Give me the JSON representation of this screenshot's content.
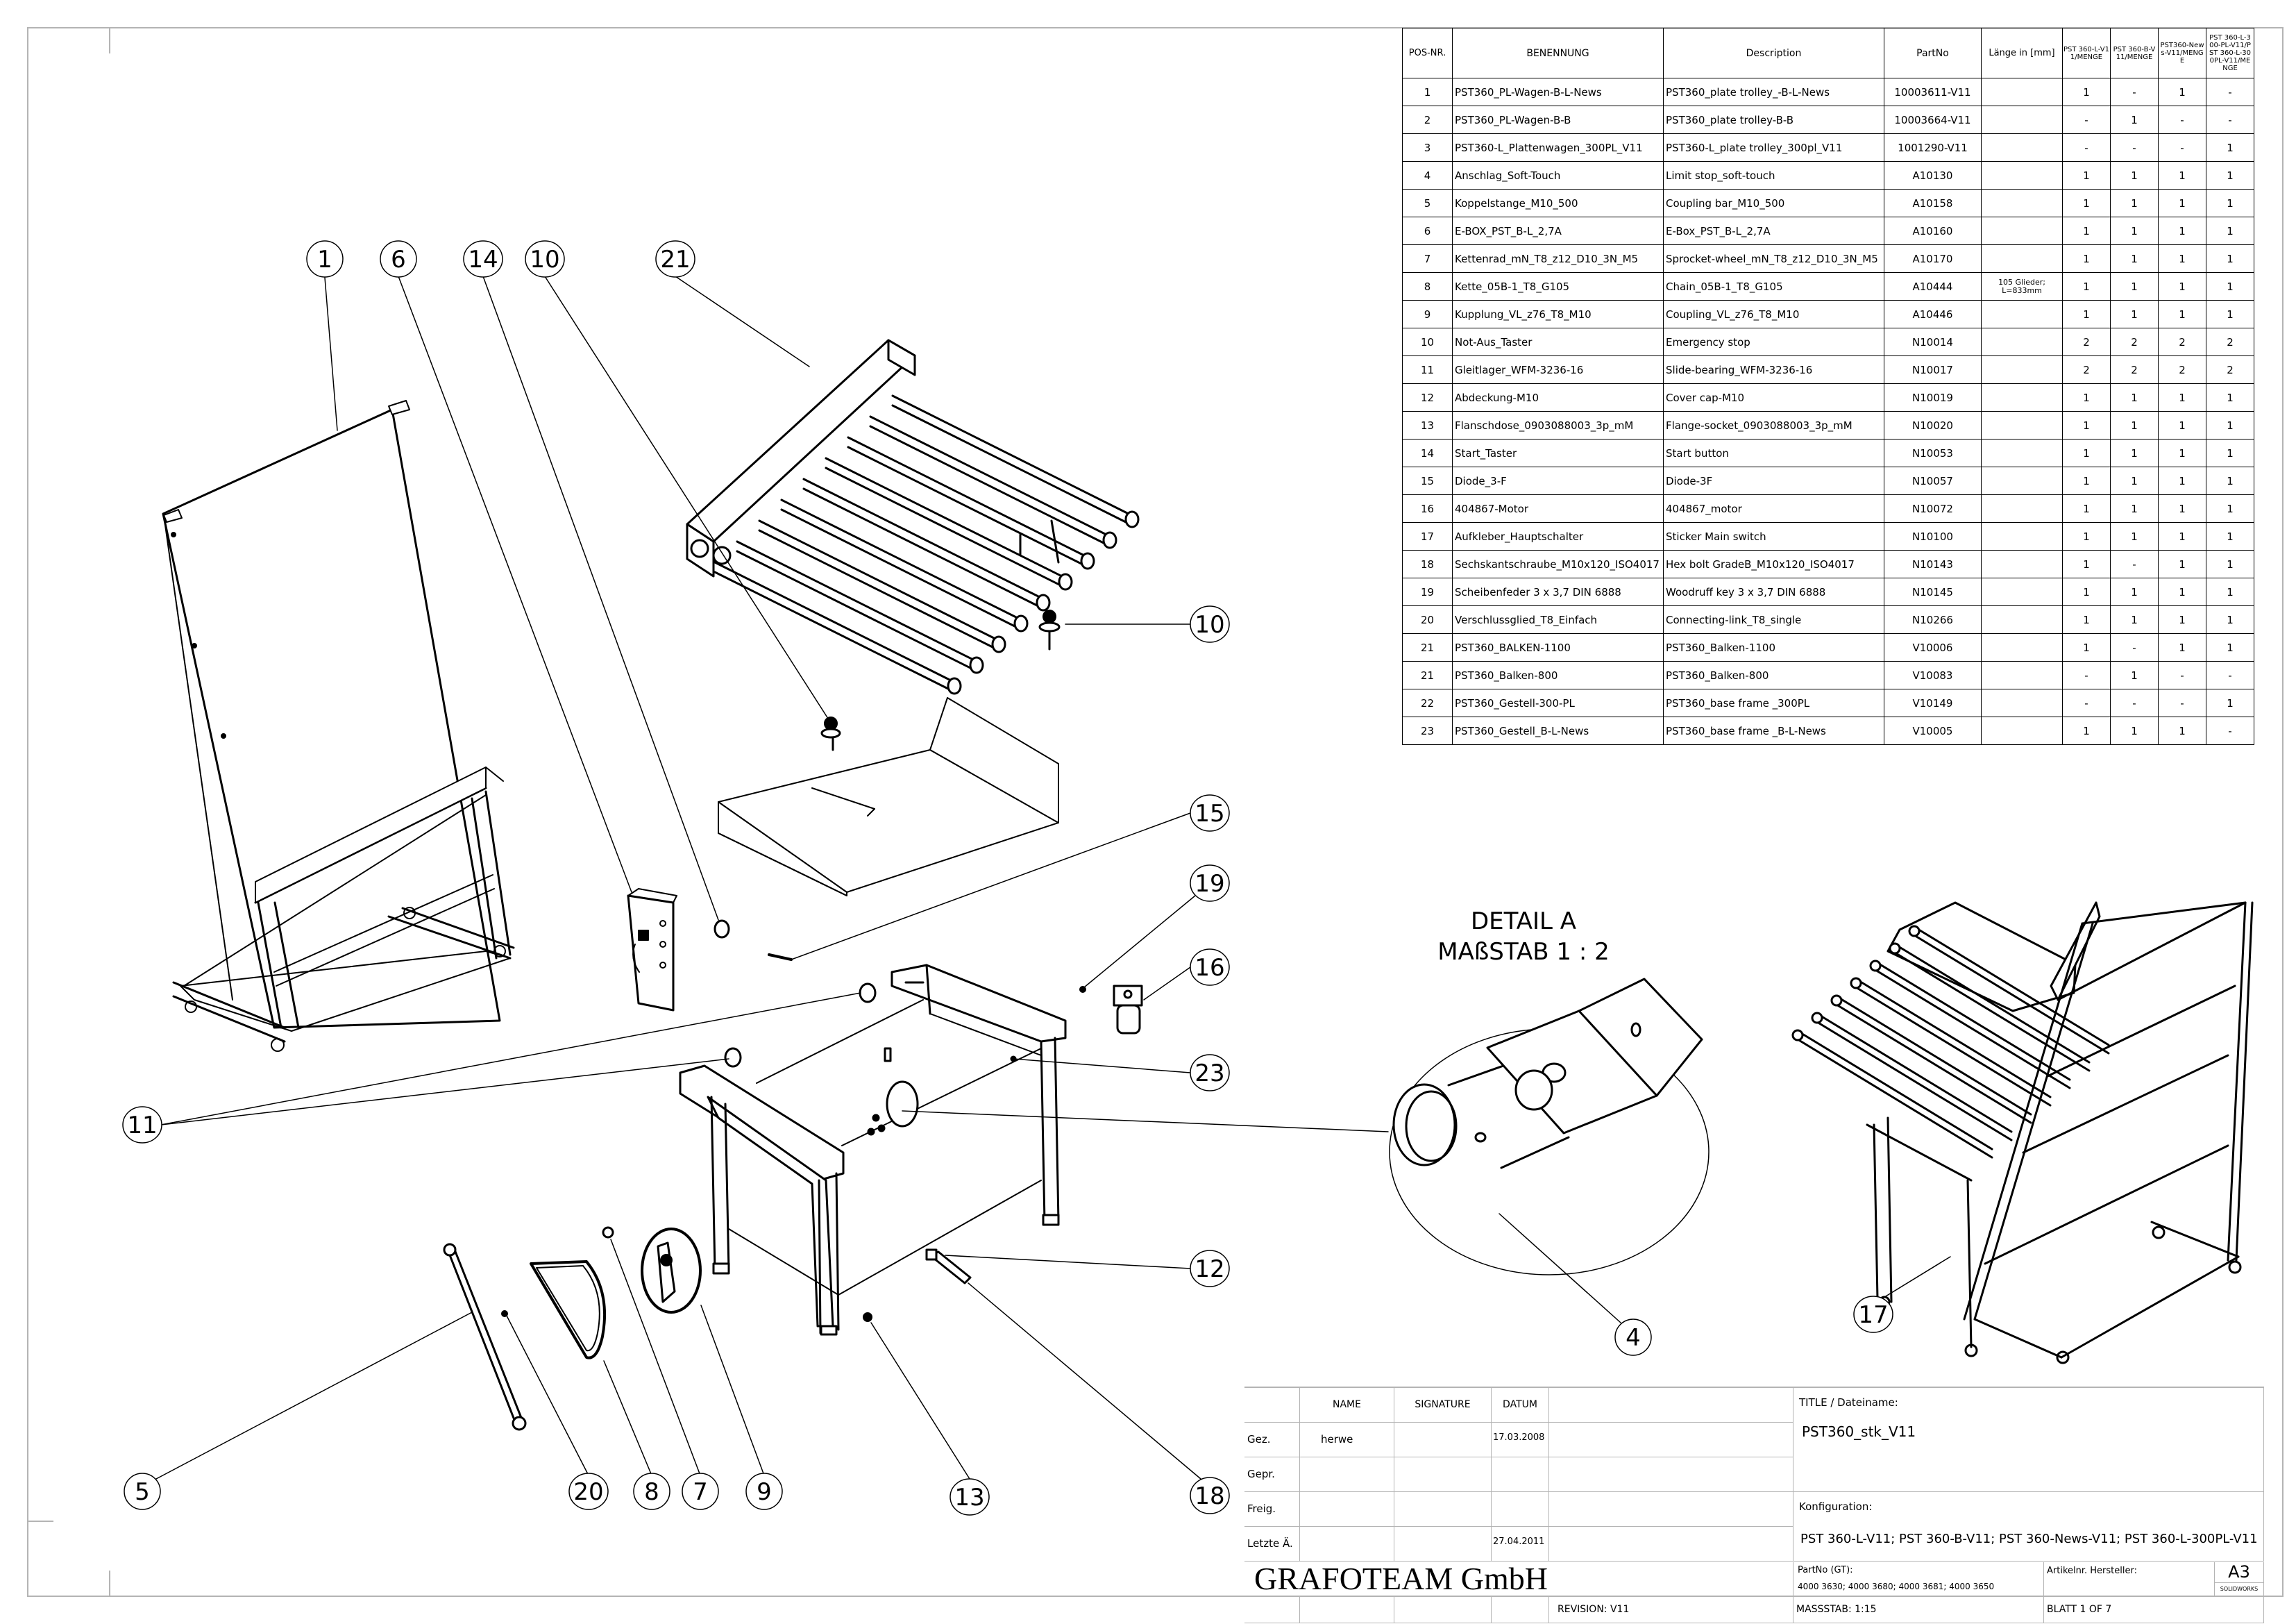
{
  "bom": {
    "headers": {
      "pos": "POS-NR.",
      "benennung": "BENENNUNG",
      "description": "Description",
      "partno": "PartNo",
      "laenge": "Länge in [mm]",
      "q1": "PST 360-L-V11/MENGE",
      "q2": "PST 360-B-V11/MENGE",
      "q3": "PST360-News-V11/MENGE",
      "q4": "PST 360-L-300-PL-V11/PST 360-L-300PL-V11/MENGE"
    },
    "rows": [
      {
        "pos": "1",
        "benennung": "PST360_PL-Wagen-B-L-News",
        "description": "PST360_plate trolley_-B-L-News",
        "partno": "10003611-V11",
        "laenge": "",
        "q": [
          "1",
          "-",
          "1",
          "-"
        ]
      },
      {
        "pos": "2",
        "benennung": "PST360_PL-Wagen-B-B",
        "description": "PST360_plate trolley-B-B",
        "partno": "10003664-V11",
        "laenge": "",
        "q": [
          "-",
          "1",
          "-",
          "-"
        ]
      },
      {
        "pos": "3",
        "benennung": "PST360-L_Plattenwagen_300PL_V11",
        "description": "PST360-L_plate trolley_300pl_V11",
        "partno": "1001290-V11",
        "laenge": "",
        "q": [
          "-",
          "-",
          "-",
          "1"
        ]
      },
      {
        "pos": "4",
        "benennung": "Anschlag_Soft-Touch",
        "description": "Limit stop_soft-touch",
        "partno": "A10130",
        "laenge": "",
        "q": [
          "1",
          "1",
          "1",
          "1"
        ]
      },
      {
        "pos": "5",
        "benennung": "Koppelstange_M10_500",
        "description": "Coupling bar_M10_500",
        "partno": "A10158",
        "laenge": "",
        "q": [
          "1",
          "1",
          "1",
          "1"
        ]
      },
      {
        "pos": "6",
        "benennung": "E-BOX_PST_B-L_2,7A",
        "description": "E-Box_PST_B-L_2,7A",
        "partno": "A10160",
        "laenge": "",
        "q": [
          "1",
          "1",
          "1",
          "1"
        ]
      },
      {
        "pos": "7",
        "benennung": "Kettenrad_mN_T8_z12_D10_3N_M5",
        "description": "Sprocket-wheel_mN_T8_z12_D10_3N_M5",
        "partno": "A10170",
        "laenge": "",
        "q": [
          "1",
          "1",
          "1",
          "1"
        ]
      },
      {
        "pos": "8",
        "benennung": "Kette_05B-1_T8_G105",
        "description": "Chain_05B-1_T8_G105",
        "partno": "A10444",
        "laenge": "105 Glieder; L=833mm",
        "q": [
          "1",
          "1",
          "1",
          "1"
        ]
      },
      {
        "pos": "9",
        "benennung": "Kupplung_VL_z76_T8_M10",
        "description": "Coupling_VL_z76_T8_M10",
        "partno": "A10446",
        "laenge": "",
        "q": [
          "1",
          "1",
          "1",
          "1"
        ]
      },
      {
        "pos": "10",
        "benennung": "Not-Aus_Taster",
        "description": "Emergency stop",
        "partno": "N10014",
        "laenge": "",
        "q": [
          "2",
          "2",
          "2",
          "2"
        ]
      },
      {
        "pos": "11",
        "benennung": "Gleitlager_WFM-3236-16",
        "description": "Slide-bearing_WFM-3236-16",
        "partno": "N10017",
        "laenge": "",
        "q": [
          "2",
          "2",
          "2",
          "2"
        ]
      },
      {
        "pos": "12",
        "benennung": "Abdeckung-M10",
        "description": "Cover cap-M10",
        "partno": "N10019",
        "laenge": "",
        "q": [
          "1",
          "1",
          "1",
          "1"
        ]
      },
      {
        "pos": "13",
        "benennung": "Flanschdose_0903088003_3p_mM",
        "description": "Flange-socket_0903088003_3p_mM",
        "partno": "N10020",
        "laenge": "",
        "q": [
          "1",
          "1",
          "1",
          "1"
        ]
      },
      {
        "pos": "14",
        "benennung": "Start_Taster",
        "description": "Start button",
        "partno": "N10053",
        "laenge": "",
        "q": [
          "1",
          "1",
          "1",
          "1"
        ]
      },
      {
        "pos": "15",
        "benennung": "Diode_3-F",
        "description": "Diode-3F",
        "partno": "N10057",
        "laenge": "",
        "q": [
          "1",
          "1",
          "1",
          "1"
        ]
      },
      {
        "pos": "16",
        "benennung": "404867-Motor",
        "description": "404867_motor",
        "partno": "N10072",
        "laenge": "",
        "q": [
          "1",
          "1",
          "1",
          "1"
        ]
      },
      {
        "pos": "17",
        "benennung": "Aufkleber_Hauptschalter",
        "description": "Sticker Main switch",
        "partno": "N10100",
        "laenge": "",
        "q": [
          "1",
          "1",
          "1",
          "1"
        ]
      },
      {
        "pos": "18",
        "benennung": "Sechskantschraube_M10x120_ISO4017",
        "description": "Hex bolt GradeB_M10x120_ISO4017",
        "partno": "N10143",
        "laenge": "",
        "q": [
          "1",
          "-",
          "1",
          "1"
        ]
      },
      {
        "pos": "19",
        "benennung": "Scheibenfeder 3 x 3,7 DIN 6888",
        "description": "Woodruff key 3 x 3,7 DIN 6888",
        "partno": "N10145",
        "laenge": "",
        "q": [
          "1",
          "1",
          "1",
          "1"
        ]
      },
      {
        "pos": "20",
        "benennung": "Verschlussglied_T8_Einfach",
        "description": "Connecting-link_T8_single",
        "partno": "N10266",
        "laenge": "",
        "q": [
          "1",
          "1",
          "1",
          "1"
        ]
      },
      {
        "pos": "21",
        "benennung": "PST360_BALKEN-1100",
        "description": "PST360_Balken-1100",
        "partno": "V10006",
        "laenge": "",
        "q": [
          "1",
          "-",
          "1",
          "1"
        ]
      },
      {
        "pos": "21",
        "benennung": "PST360_Balken-800",
        "description": "PST360_Balken-800",
        "partno": "V10083",
        "laenge": "",
        "q": [
          "-",
          "1",
          "-",
          "-"
        ]
      },
      {
        "pos": "22",
        "benennung": "PST360_Gestell-300-PL",
        "description": "PST360_base frame _300PL",
        "partno": "V10149",
        "laenge": "",
        "q": [
          "-",
          "-",
          "-",
          "1"
        ]
      },
      {
        "pos": "23",
        "benennung": "PST360_Gestell_B-L-News",
        "description": "PST360_base frame _B-L-News",
        "partno": "V10005",
        "laenge": "",
        "q": [
          "1",
          "1",
          "1",
          "-"
        ]
      }
    ]
  },
  "balloons": [
    "1",
    "6",
    "14",
    "10",
    "21",
    "10",
    "15",
    "19",
    "16",
    "23",
    "11",
    "12",
    "5",
    "20",
    "8",
    "7",
    "9",
    "13",
    "18",
    "4",
    "17"
  ],
  "detail": {
    "title": "DETAIL A",
    "scale": "MAßSTAB 1 : 2"
  },
  "title_block": {
    "col_name": "NAME",
    "col_signature": "SIGNATURE",
    "col_datum": "DATUM",
    "row_gez": "Gez.",
    "row_gepr": "Gepr.",
    "row_freig": "Freig.",
    "row_letzte": "Letzte Ä.",
    "gez_name": "herwe",
    "gez_date": "17.03.2008",
    "letzte_date": "27.04.2011",
    "title_label": "TITLE / Dateiname:",
    "title_value": "PST360_stk_V11",
    "config_label": "Konfiguration:",
    "config_value": "PST 360-L-V11; PST 360-B-V11; PST 360-News-V11; PST 360-L-300PL-V11",
    "company": "GRAFOTEAM GmbH",
    "partno_label": "PartNo (GT):",
    "partno_value": "4000 3630; 4000 3680; 4000 3681; 4000 3650",
    "artikel_label": "Artikelnr. Hersteller:",
    "format": "A3",
    "cad": "SOLIDWORKS",
    "revision": "REVISION:   V11",
    "massstab": "MASSSTAB: 1:15",
    "blatt": "BLATT 1 OF 7"
  }
}
